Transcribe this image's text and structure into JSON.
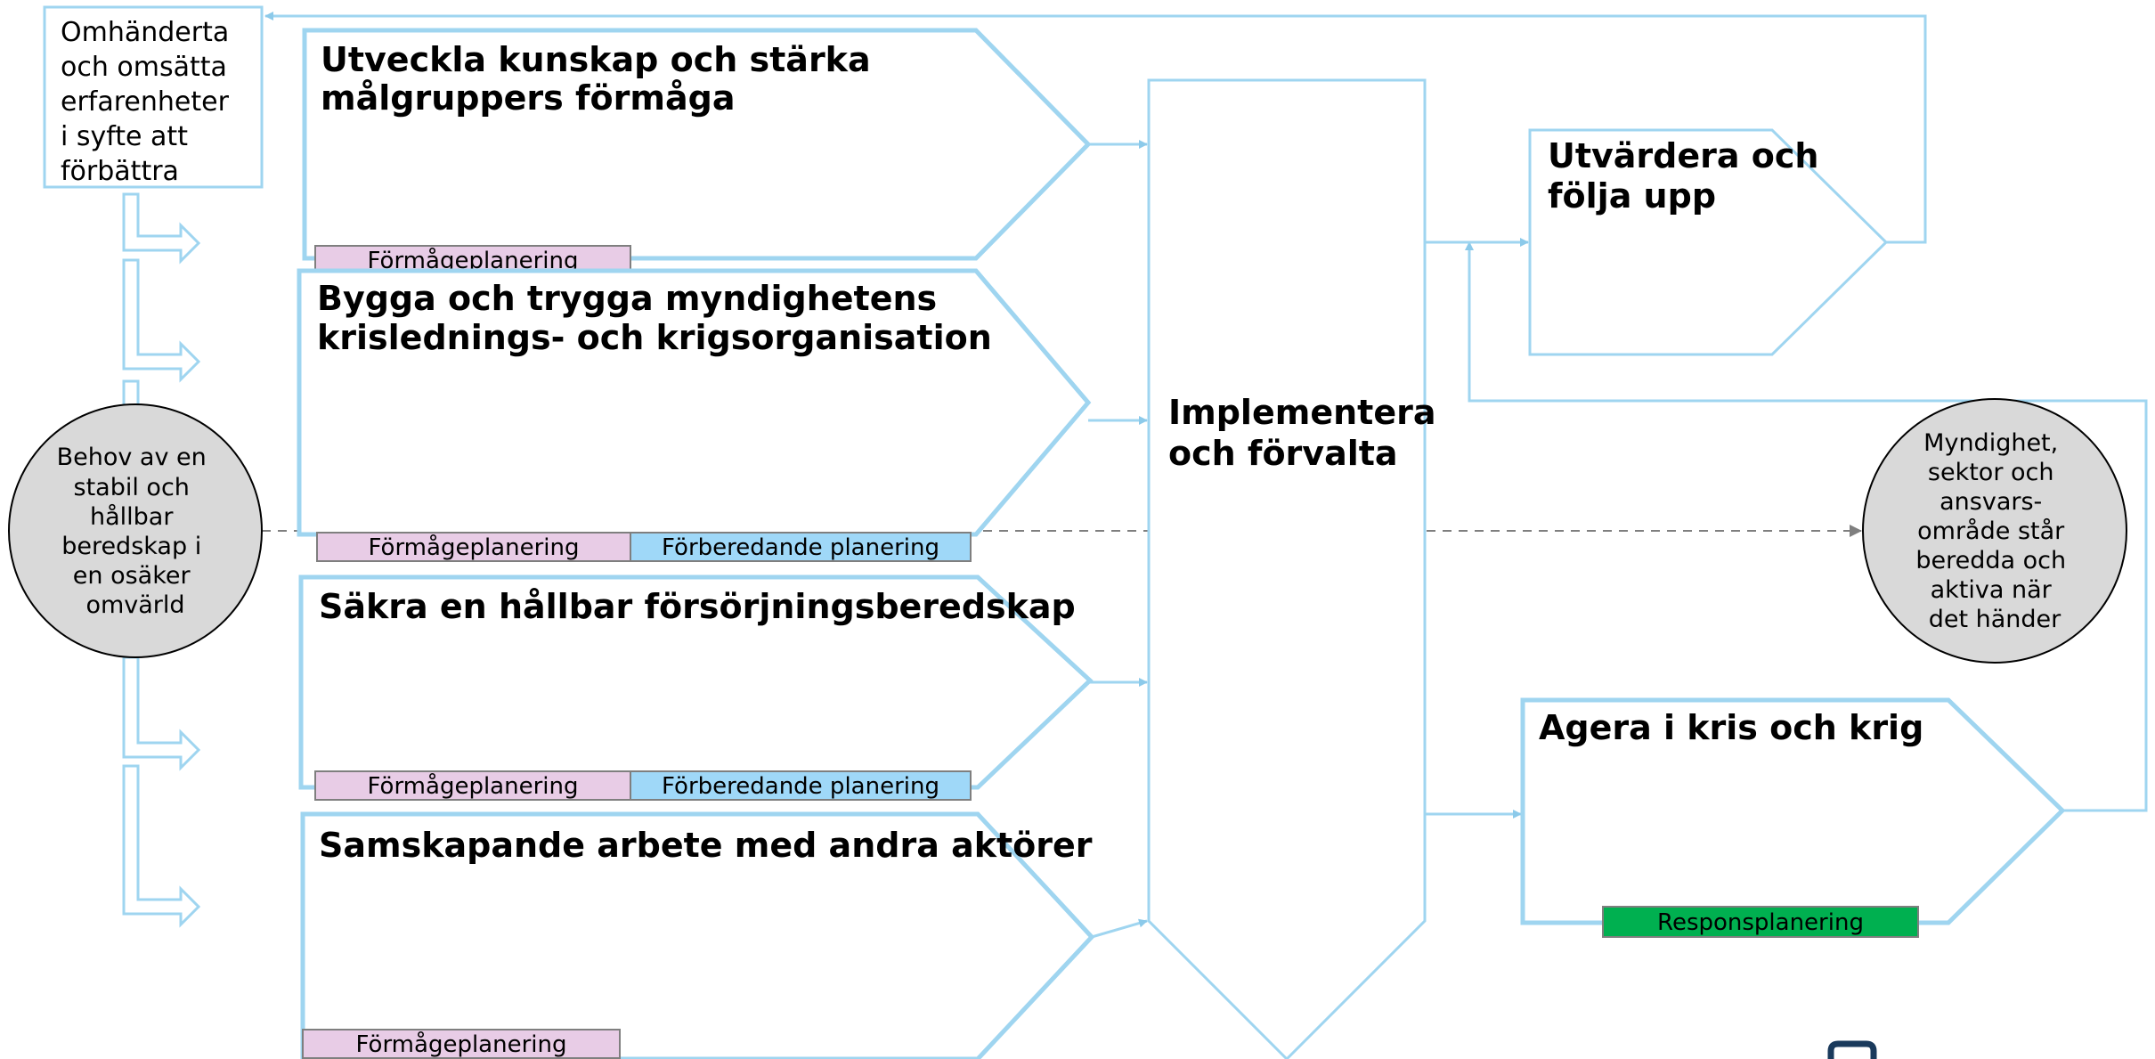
{
  "colors": {
    "stroke": "#9fd5f0",
    "arrow": "#8ccaea",
    "pink": "#e8cce6",
    "blue": "#9fd8f8",
    "green": "#00b050",
    "circle_fill": "#d9d9d9",
    "dashed": "#7f7f7f"
  },
  "feedback_box": {
    "lines": [
      "Omhänderta",
      "och omsätta",
      "erfarenheter",
      "i syfte att",
      "förbättra"
    ]
  },
  "start_circle": {
    "lines": [
      "Behov av en",
      "stabil och",
      "hållbar",
      "beredskap i",
      "en osäker",
      "omvärld"
    ]
  },
  "end_circle": {
    "lines": [
      "Myndighet,",
      "sektor och",
      "ansvars-",
      "område står",
      "beredda och",
      "aktiva när",
      "det händer"
    ]
  },
  "processes": [
    {
      "title_lines": [
        "Utveckla kunskap och stärka",
        "målgruppers förmåga"
      ],
      "tags": [
        "Förmågeplanering"
      ]
    },
    {
      "title_lines": [
        "Bygga och trygga myndighetens",
        "krislednings- och krigsorganisation"
      ],
      "tags": [
        "Förmågeplanering",
        "Förberedande planering"
      ]
    },
    {
      "title_lines": [
        "Säkra en hållbar försörjningsberedskap"
      ],
      "tags": [
        "Förmågeplanering",
        "Förberedande planering"
      ]
    },
    {
      "title_lines": [
        "Samskapande arbete med andra aktörer"
      ],
      "tags": [
        "Förmågeplanering"
      ]
    }
  ],
  "implement": {
    "title_lines": [
      "Implementera",
      "och förvalta"
    ]
  },
  "evaluate": {
    "title_lines": [
      "Utvärdera och",
      "följa upp"
    ]
  },
  "act": {
    "title_lines": [
      "Agera i kris och krig"
    ],
    "tag": "Responsplanering"
  }
}
